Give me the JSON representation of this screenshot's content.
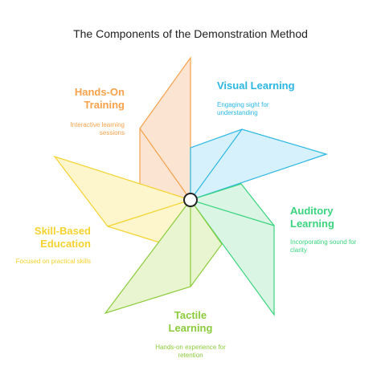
{
  "title": "The Components of the Demonstration Method",
  "sections": [
    {
      "key": "hands_on",
      "title_lines": [
        "Hands-On",
        "Training"
      ],
      "desc_lines": [
        "Interactive learning",
        "sessions"
      ],
      "color": "#F7A24B",
      "fill": "#FCE4D2"
    },
    {
      "key": "visual",
      "title_lines": [
        "Visual Learning"
      ],
      "desc_lines": [
        "Engaging sight for",
        "understanding"
      ],
      "color": "#2BB7E3",
      "fill": "#D6F1FB"
    },
    {
      "key": "auditory",
      "title_lines": [
        "Auditory",
        "Learning"
      ],
      "desc_lines": [
        "Incorporating sound for",
        "clarity"
      ],
      "color": "#39D47E",
      "fill": "#DBF5E5"
    },
    {
      "key": "tactile",
      "title_lines": [
        "Tactile",
        "Learning"
      ],
      "desc_lines": [
        "Hands-on experience for",
        "retention"
      ],
      "color": "#8BCB3A",
      "fill": "#E8F5D0"
    },
    {
      "key": "skill",
      "title_lines": [
        "Skill-Based",
        "Education"
      ],
      "desc_lines": [
        "Focused on practical skills"
      ],
      "color": "#F5D22E",
      "fill": "#FDF6CC"
    }
  ]
}
